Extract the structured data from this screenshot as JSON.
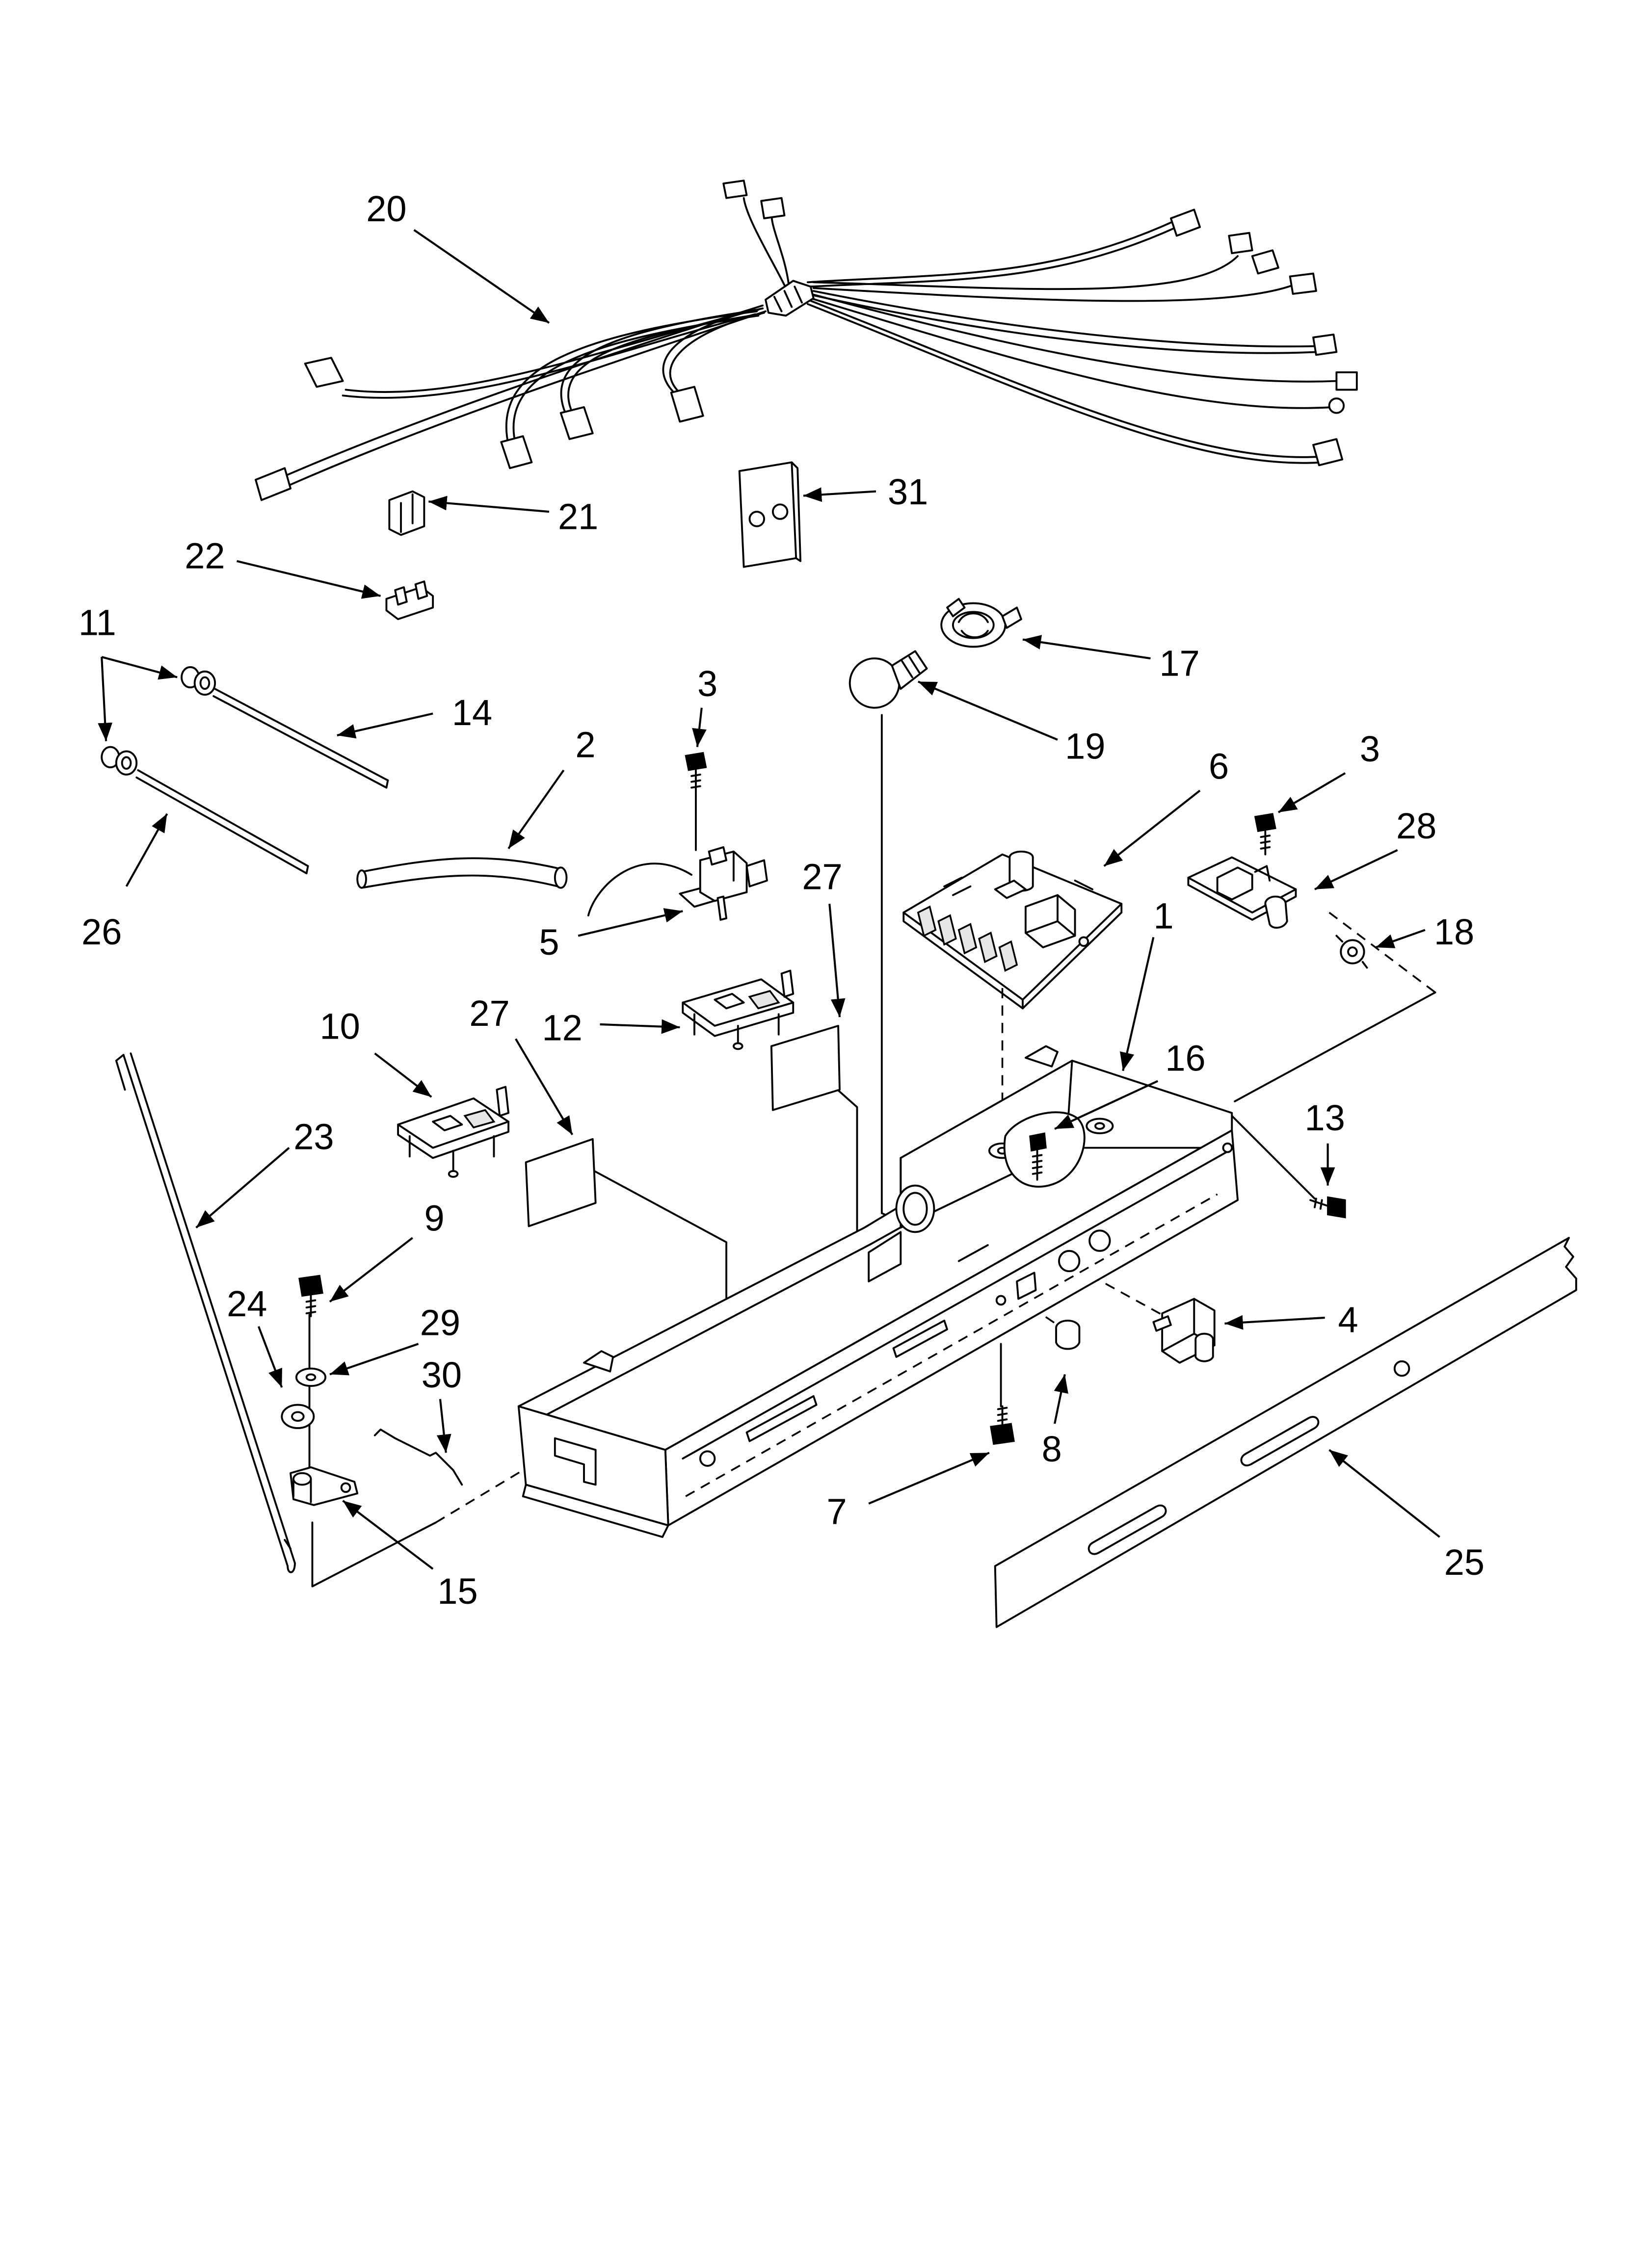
{
  "colors": {
    "line": "#000000",
    "background": "#ffffff"
  },
  "callouts": [
    "20",
    "21",
    "31",
    "22",
    "11",
    "14",
    "3",
    "2",
    "17",
    "19",
    "6",
    "3",
    "28",
    "26",
    "5",
    "27",
    "1",
    "18",
    "16",
    "10",
    "27",
    "12",
    "23",
    "13",
    "9",
    "29",
    "30",
    "24",
    "4",
    "8",
    "7",
    "15",
    "25"
  ]
}
